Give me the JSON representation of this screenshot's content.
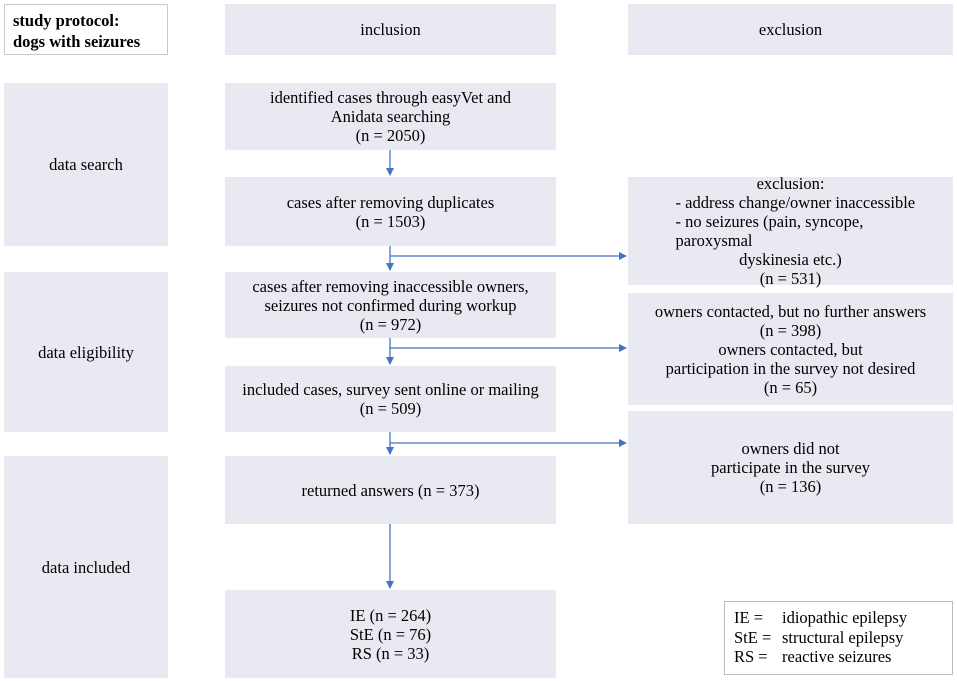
{
  "title": {
    "line1": "study protocol:",
    "line2": "dogs with seizures"
  },
  "headers": {
    "inclusion": "inclusion",
    "exclusion": "exclusion"
  },
  "stages": {
    "search": "data search",
    "eligibility": "data eligibility",
    "included": "data included"
  },
  "boxes": {
    "identified": {
      "line1": "identified cases through easyVet and",
      "line2": "Anidata searching",
      "count": "(n = 2050)"
    },
    "deduplicated": {
      "line1": "cases after removing duplicates",
      "count": "(n = 1503)"
    },
    "owners_removed": {
      "line1": "cases after removing inaccessible owners,",
      "line2": "seizures not confirmed during workup",
      "count": "(n = 972)"
    },
    "survey_sent": {
      "line1": "included cases, survey sent online or mailing",
      "count": "(n = 509)"
    },
    "returned": {
      "line1": "returned answers (n = 373)"
    },
    "groups": {
      "ie": "IE (n = 264)",
      "ste": "StE (n = 76)",
      "rs": "RS (n = 33)"
    }
  },
  "exclusions": {
    "first": {
      "heading": "exclusion:",
      "item1": "-    address change/owner inaccessible",
      "item2": "-    no seizures (pain, syncope, paroxysmal",
      "item2b": "dyskinesia etc.)",
      "count": "(n = 531)"
    },
    "second": {
      "line1": "owners contacted, but no further answers",
      "count1": "(n = 398)",
      "line2": "owners contacted, but",
      "line3": "participation in the survey not desired",
      "count2": "(n = 65)"
    },
    "third": {
      "line1": "owners did not",
      "line2": "participate in the survey",
      "count": "(n = 136)"
    }
  },
  "legend": [
    {
      "abbr": "IE =",
      "meaning": "idiopathic epilepsy"
    },
    {
      "abbr": "StE =",
      "meaning": "structural epilepsy"
    },
    {
      "abbr": "RS =",
      "meaning": "reactive seizures"
    }
  ],
  "colors": {
    "box_fill": "#e9e9f2",
    "arrow": "#4472c4"
  }
}
